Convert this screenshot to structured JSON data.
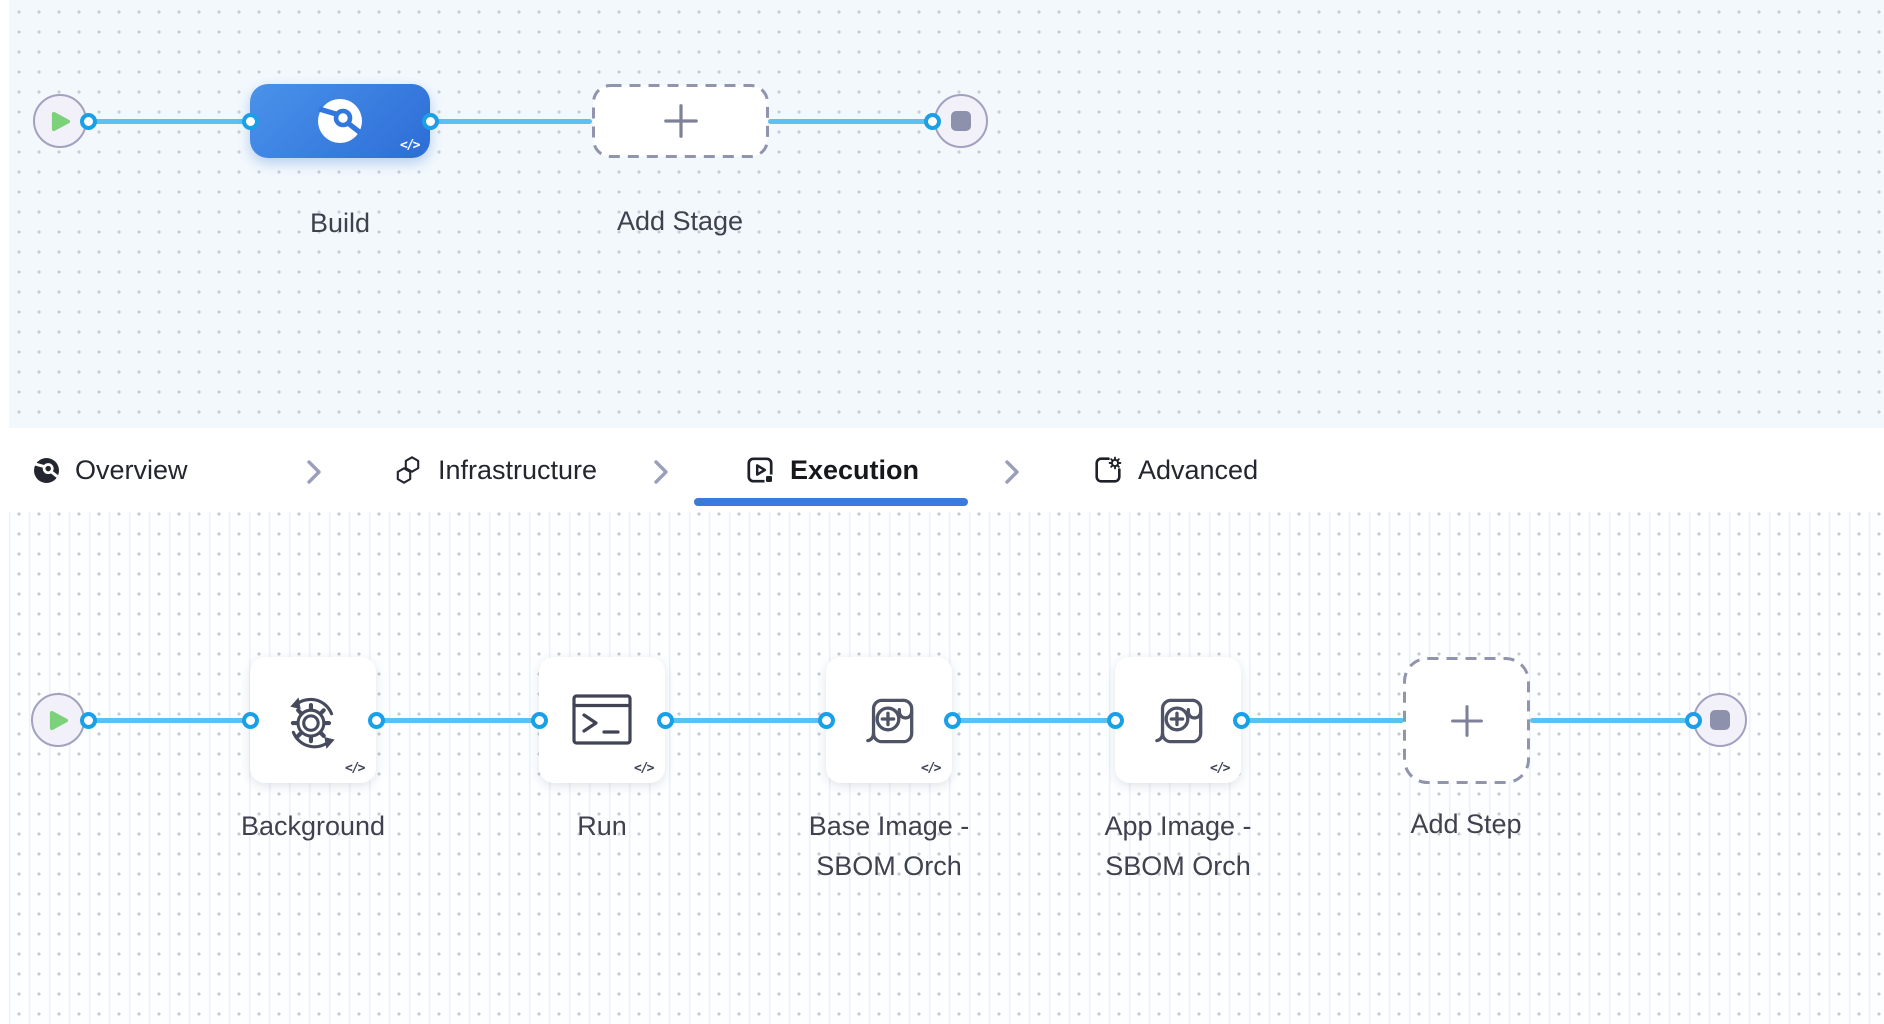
{
  "colors": {
    "connector": "#5ac1f0",
    "port_border": "#1aa0e8",
    "stage_node_blue": "#2d6dd7",
    "tab_underline": "#3b79dd",
    "node_label": "#3f414e"
  },
  "stage_canvas": {
    "start_node": "pipeline-start",
    "end_node": "pipeline-end",
    "stages": [
      {
        "id": "build",
        "label": "Build",
        "icon": "ci-build-icon",
        "code_badge": "</>",
        "selected": true
      },
      {
        "id": "add-stage",
        "label": "Add Stage",
        "icon": "plus-icon"
      }
    ]
  },
  "tab_bar": {
    "active_tab": "Execution",
    "tabs": [
      {
        "label": "Overview",
        "icon": "overview-icon",
        "active": false
      },
      {
        "label": "Infrastructure",
        "icon": "infrastructure-icon",
        "active": false
      },
      {
        "label": "Execution",
        "icon": "execution-icon",
        "active": true
      },
      {
        "label": "Advanced",
        "icon": "advanced-icon",
        "active": false
      }
    ]
  },
  "step_canvas": {
    "start_node": "execution-start",
    "end_node": "execution-end",
    "steps": [
      {
        "id": "background",
        "label": "Background",
        "icon": "background-sync-icon",
        "code_badge": "</>"
      },
      {
        "id": "run",
        "label": "Run",
        "icon": "run-terminal-icon",
        "code_badge": "</>"
      },
      {
        "id": "base-image-sbom",
        "label": "Base Image - SBOM Orch",
        "icon": "sbom-scroll-icon",
        "code_badge": "</>"
      },
      {
        "id": "app-image-sbom",
        "label": "App Image - SBOM Orch",
        "icon": "sbom-scroll-icon",
        "code_badge": "</>"
      },
      {
        "id": "add-step",
        "label": "Add Step",
        "icon": "plus-icon"
      }
    ]
  }
}
